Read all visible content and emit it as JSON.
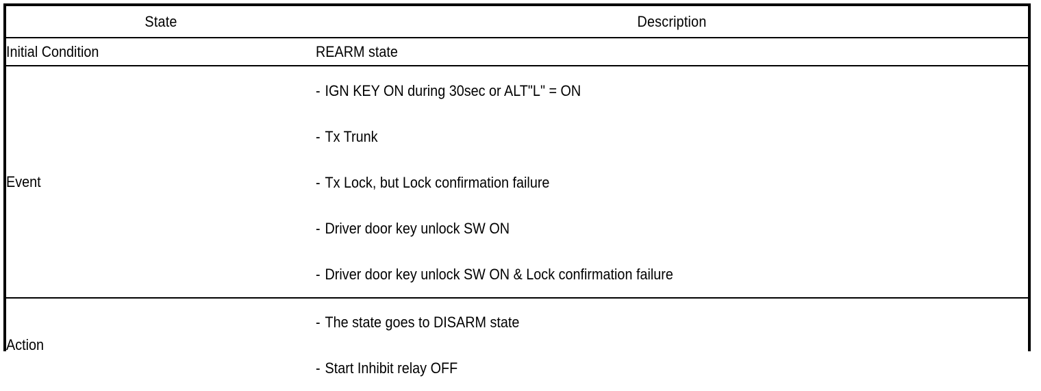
{
  "table": {
    "columns": [
      {
        "key": "state",
        "header": "State"
      },
      {
        "key": "description",
        "header": "Description"
      }
    ],
    "rows": [
      {
        "state": "Initial Condition",
        "description_lines": [
          "REARM state"
        ]
      },
      {
        "state": "Event",
        "description_lines": [
          "IGN KEY ON during 30sec or ALT\"L\" = ON",
          "Tx Trunk",
          "Tx Lock, but Lock confirmation failure",
          "Driver door key unlock SW ON",
          "Driver door key unlock SW ON & Lock confirmation failure"
        ]
      },
      {
        "state": "Action",
        "description_lines": [
          "The state goes to DISARM state",
          "Start Inhibit relay OFF"
        ]
      }
    ],
    "bullet_marker": "-",
    "border_color": "#000000",
    "text_color": "#000000",
    "background_color": "#ffffff"
  }
}
